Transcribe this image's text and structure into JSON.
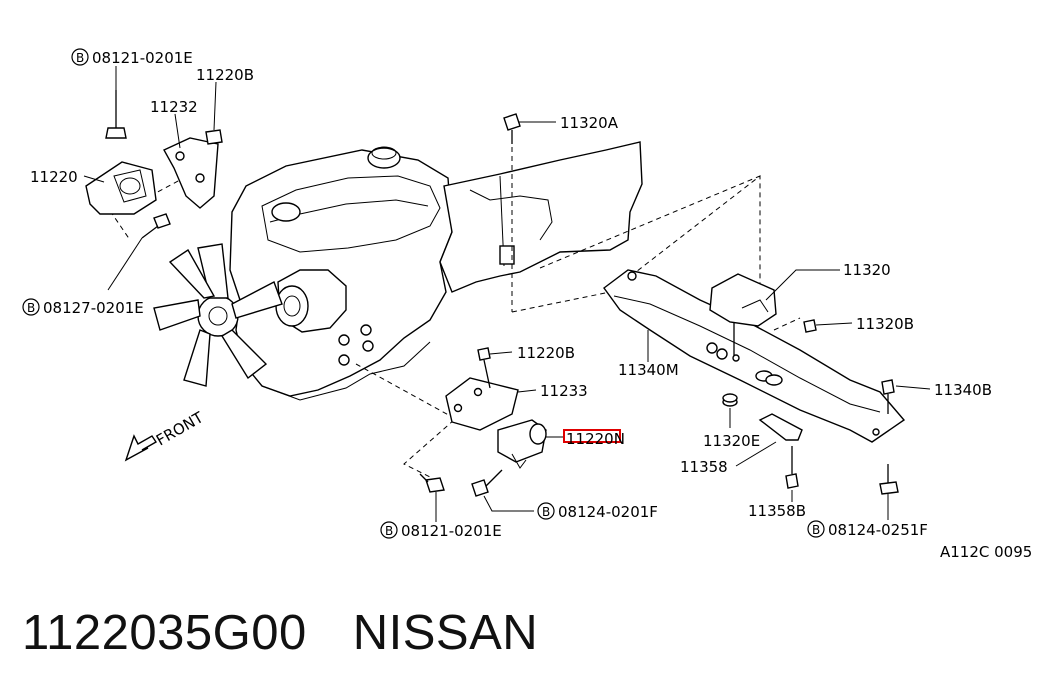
{
  "callouts": {
    "c1": "08121-0201E",
    "c2": "11220B",
    "c3": "11232",
    "c4": "11220",
    "c5": "08127-0201E",
    "c6": "11320A",
    "c7": "11320",
    "c8": "11320B",
    "c9": "11340M",
    "c10": "11340B",
    "c11": "11220B",
    "c12": "11233",
    "c13": "11220N",
    "c14": "11320E",
    "c15": "11358",
    "c16": "11358B",
    "c17": "08124-0201F",
    "c18": "08121-0201E",
    "c19": "08124-0251F"
  },
  "bolt_marker": "B",
  "front_label": "FRONT",
  "figure_code": "A112C 0095",
  "highlight_color": "#e00000",
  "caption": {
    "part_number": "1122035G00",
    "brand": "NISSAN"
  }
}
